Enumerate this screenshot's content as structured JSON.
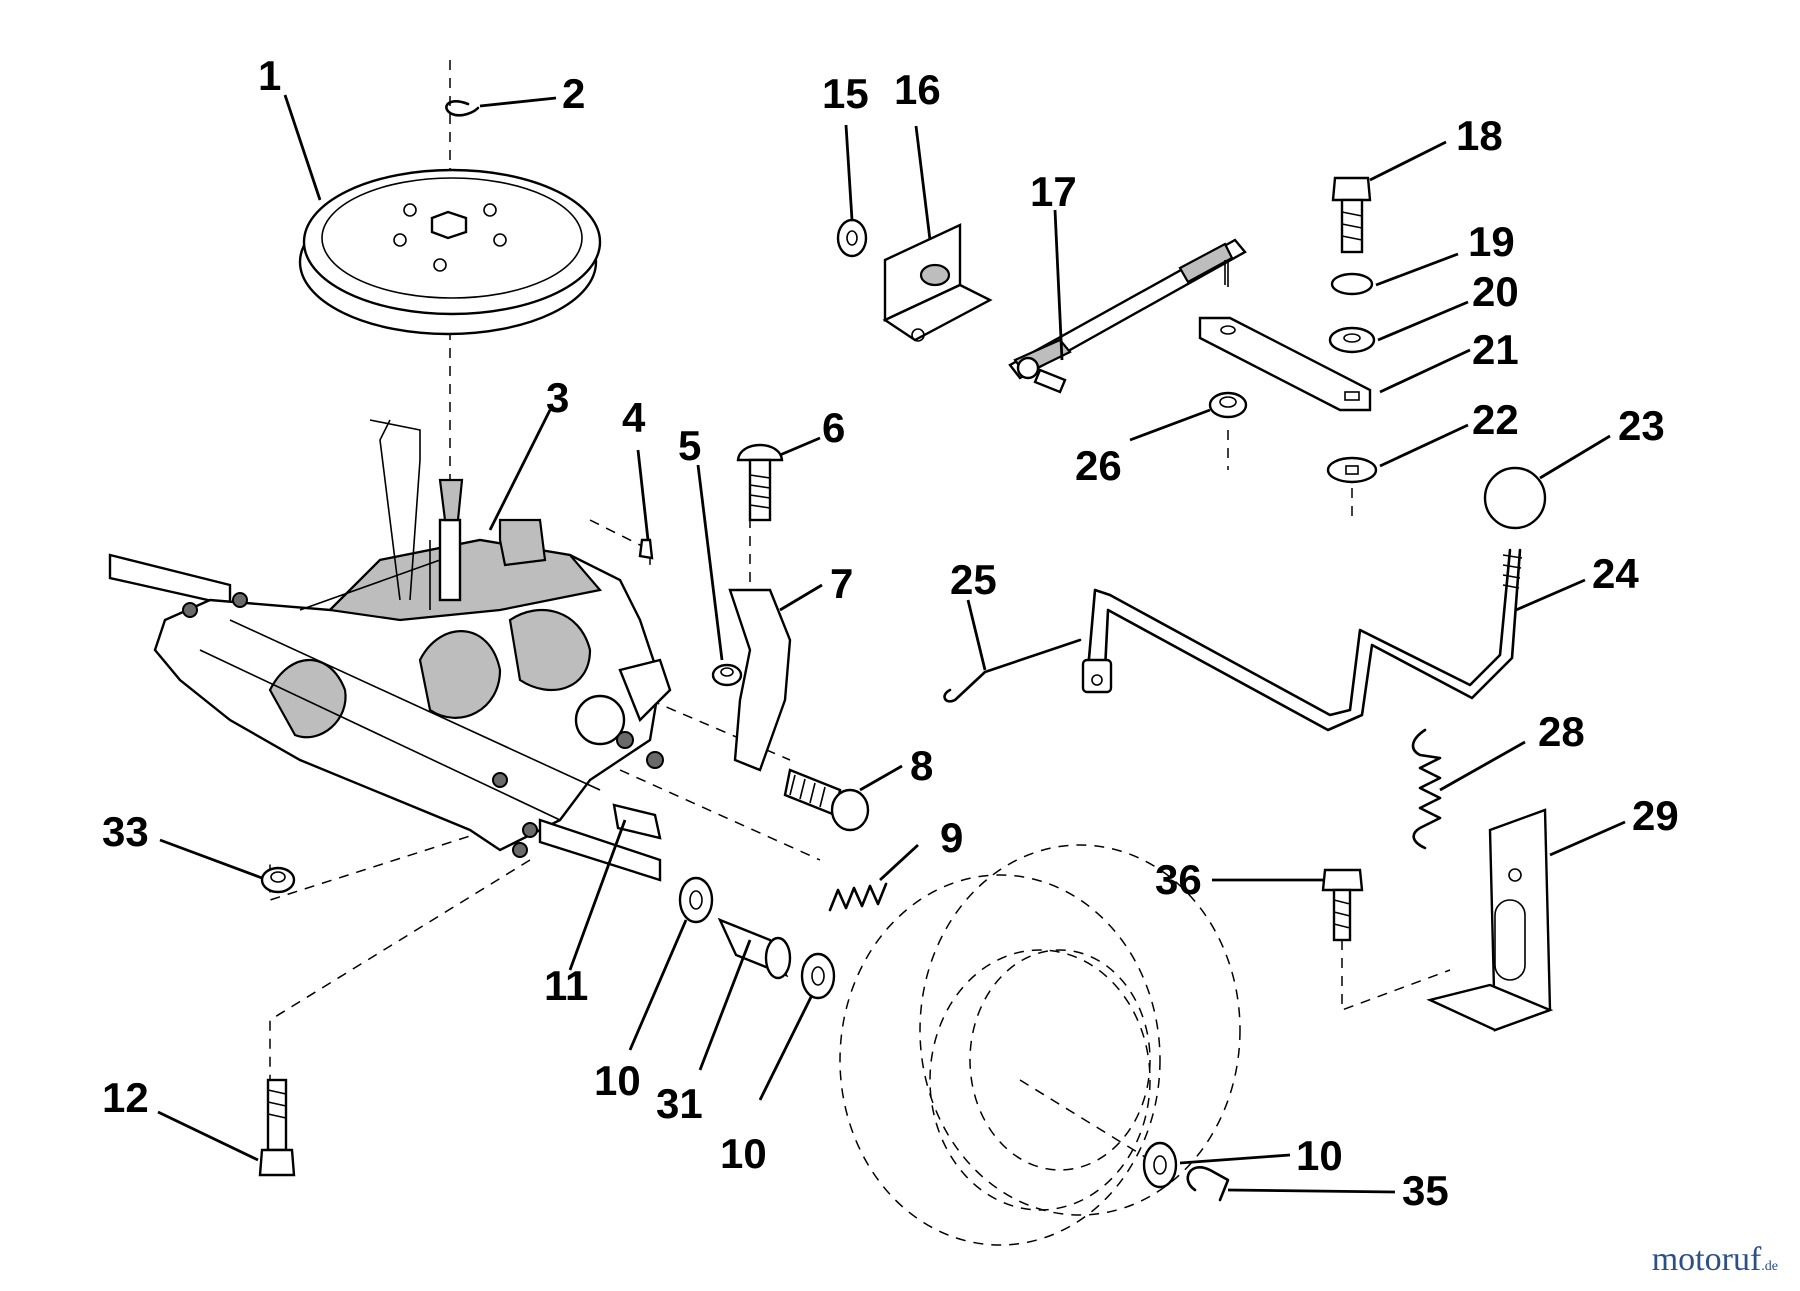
{
  "callouts": [
    "1",
    "2",
    "3",
    "4",
    "5",
    "6",
    "7",
    "8",
    "9",
    "10",
    "10",
    "10",
    "10",
    "11",
    "12",
    "15",
    "16",
    "17",
    "18",
    "19",
    "20",
    "21",
    "22",
    "23",
    "24",
    "25",
    "26",
    "28",
    "29",
    "31",
    "33",
    "35",
    "36"
  ],
  "watermark": {
    "brand": "motoruf",
    "tld": ".de"
  }
}
